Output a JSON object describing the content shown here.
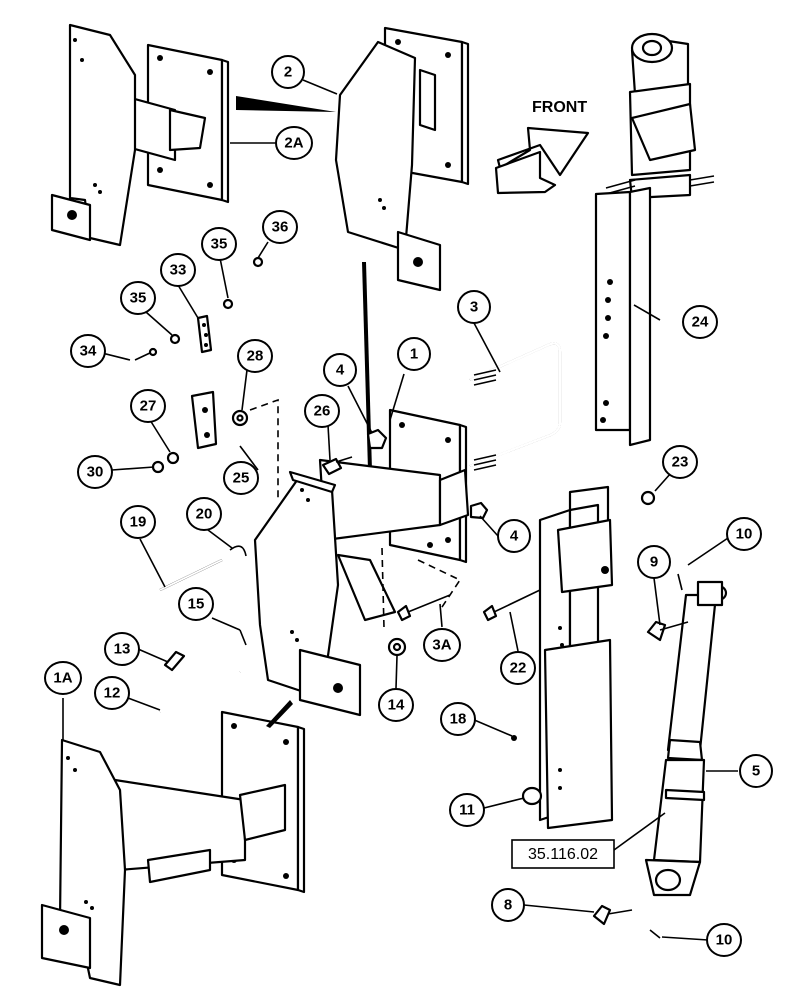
{
  "figure": {
    "front_label": "FRONT",
    "reference_label": "35.116.02"
  },
  "callouts": [
    {
      "id": "c-1",
      "label": "1"
    },
    {
      "id": "c-1a",
      "label": "1A"
    },
    {
      "id": "c-2",
      "label": "2"
    },
    {
      "id": "c-2a",
      "label": "2A"
    },
    {
      "id": "c-3",
      "label": "3"
    },
    {
      "id": "c-3a",
      "label": "3A"
    },
    {
      "id": "c-4-top",
      "label": "4"
    },
    {
      "id": "c-4-right",
      "label": "4"
    },
    {
      "id": "c-5",
      "label": "5"
    },
    {
      "id": "c-8",
      "label": "8"
    },
    {
      "id": "c-9",
      "label": "9"
    },
    {
      "id": "c-10-top",
      "label": "10"
    },
    {
      "id": "c-10-bottom",
      "label": "10"
    },
    {
      "id": "c-11",
      "label": "11"
    },
    {
      "id": "c-12",
      "label": "12"
    },
    {
      "id": "c-13",
      "label": "13"
    },
    {
      "id": "c-14",
      "label": "14"
    },
    {
      "id": "c-15",
      "label": "15"
    },
    {
      "id": "c-18",
      "label": "18"
    },
    {
      "id": "c-19",
      "label": "19"
    },
    {
      "id": "c-20",
      "label": "20"
    },
    {
      "id": "c-22",
      "label": "22"
    },
    {
      "id": "c-23",
      "label": "23"
    },
    {
      "id": "c-24",
      "label": "24"
    },
    {
      "id": "c-25",
      "label": "25"
    },
    {
      "id": "c-26",
      "label": "26"
    },
    {
      "id": "c-27",
      "label": "27"
    },
    {
      "id": "c-28",
      "label": "28"
    },
    {
      "id": "c-30",
      "label": "30"
    },
    {
      "id": "c-33",
      "label": "33"
    },
    {
      "id": "c-34",
      "label": "34"
    },
    {
      "id": "c-35-upper",
      "label": "35"
    },
    {
      "id": "c-35-left",
      "label": "35"
    },
    {
      "id": "c-36",
      "label": "36"
    }
  ]
}
